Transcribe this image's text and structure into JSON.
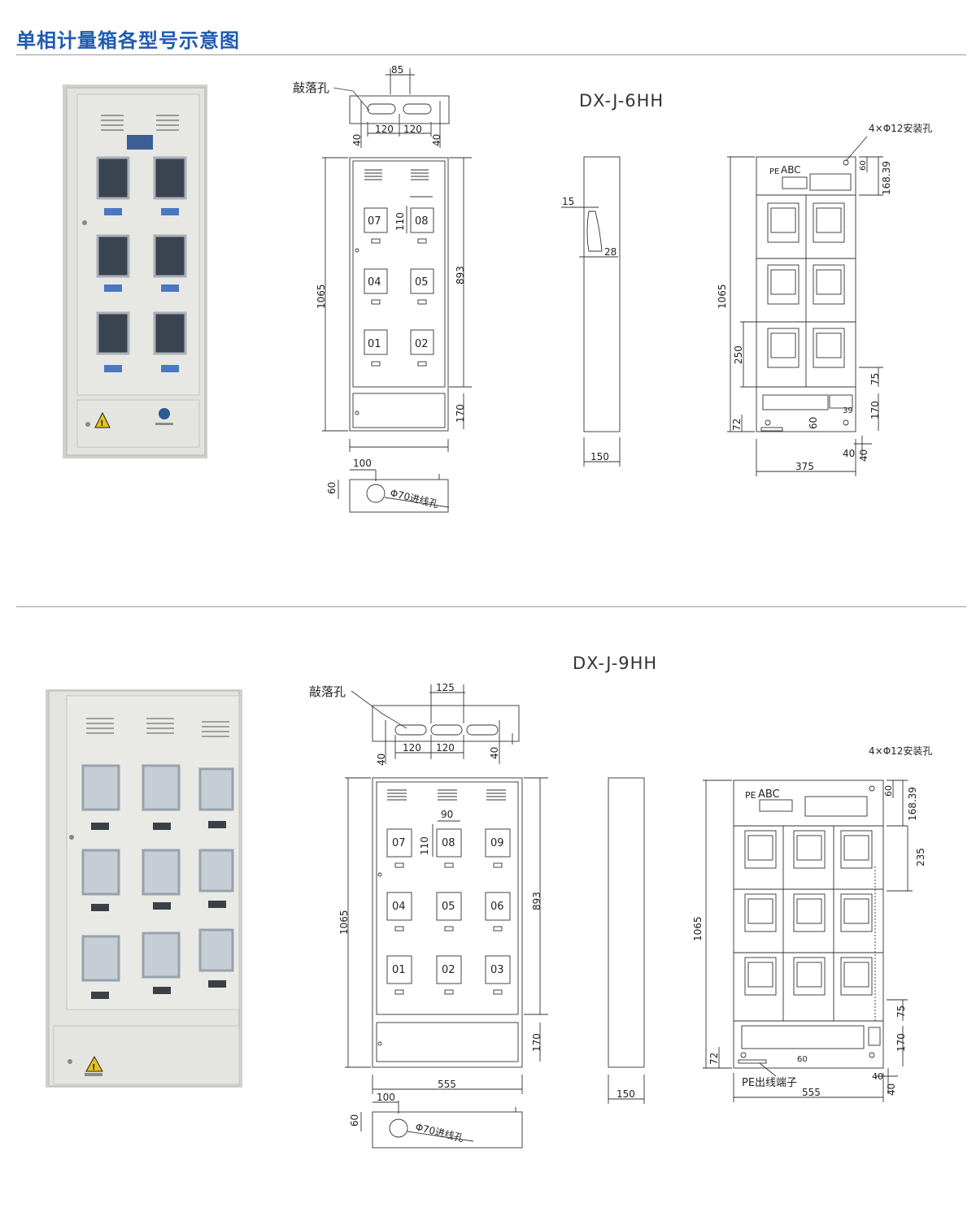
{
  "page_title": "单相计量箱各型号示意图",
  "colors": {
    "title": "#1f5bb0",
    "rule": "#9a9a9a",
    "line": "#333333",
    "cabinet": "#dcdcd8"
  },
  "icons": [
    "warning-triangle-icon",
    "grid-company-logo-icon"
  ],
  "models": [
    {
      "name": "DX-J-6HH",
      "knockout_label": "敲落孔",
      "top_view": {
        "dim_top": "85",
        "dim_left": "120",
        "dim_right": "120",
        "dim_side_left": "40",
        "dim_side_right": "40"
      },
      "front_view": {
        "meters": [
          "07",
          "08",
          "04",
          "05",
          "01",
          "02"
        ],
        "dim_height": "1065",
        "dim_upper": "893",
        "dim_lower": "170",
        "dim_window": "110"
      },
      "bottom_view": {
        "dim_offset": "100",
        "dim_depth": "60",
        "hole_label": "Φ70进线孔"
      },
      "side_view": {
        "dim_15": "15",
        "dim_28": "28",
        "dim_depth": "150"
      },
      "wiring_view": {
        "mount_label": "4×Φ12安装孔",
        "phase_label": "ABC",
        "pe_label": "PE",
        "dim_60_top": "60",
        "dim_16839": "168.39",
        "dim_height": "1065",
        "dim_250": "250",
        "dim_75": "75",
        "dim_170": "170",
        "dim_72": "72",
        "dim_60_bottom": "60",
        "dim_39": "39",
        "dim_40a": "40",
        "dim_40b": "40",
        "dim_width": "375"
      }
    },
    {
      "name": "DX-J-9HH",
      "knockout_label": "敲落孔",
      "top_view": {
        "dim_top": "125",
        "dim_left": "120",
        "dim_right": "120",
        "dim_side_left": "40",
        "dim_side_right": "40"
      },
      "front_view": {
        "meters": [
          "07",
          "08",
          "09",
          "04",
          "05",
          "06",
          "01",
          "02",
          "03"
        ],
        "dim_height": "1065",
        "dim_upper": "893",
        "dim_lower": "170",
        "dim_window": "110",
        "dim_90": "90",
        "dim_width": "555"
      },
      "bottom_view": {
        "dim_offset": "100",
        "dim_depth": "60",
        "hole_label": "Φ70进线孔"
      },
      "side_view": {
        "dim_depth": "150"
      },
      "wiring_view": {
        "mount_label": "4×Φ12安装孔",
        "phase_label": "ABC",
        "pe_label": "PE",
        "dim_60_top": "60",
        "dim_16839": "168.39",
        "dim_235": "235",
        "dim_height": "1065",
        "dim_75": "75",
        "dim_170": "170",
        "dim_72": "72",
        "dim_60_bottom": "60",
        "dim_40a": "40",
        "dim_40b": "40",
        "dim_width": "555",
        "pe_terminal_label": "PE出线端子"
      }
    }
  ]
}
